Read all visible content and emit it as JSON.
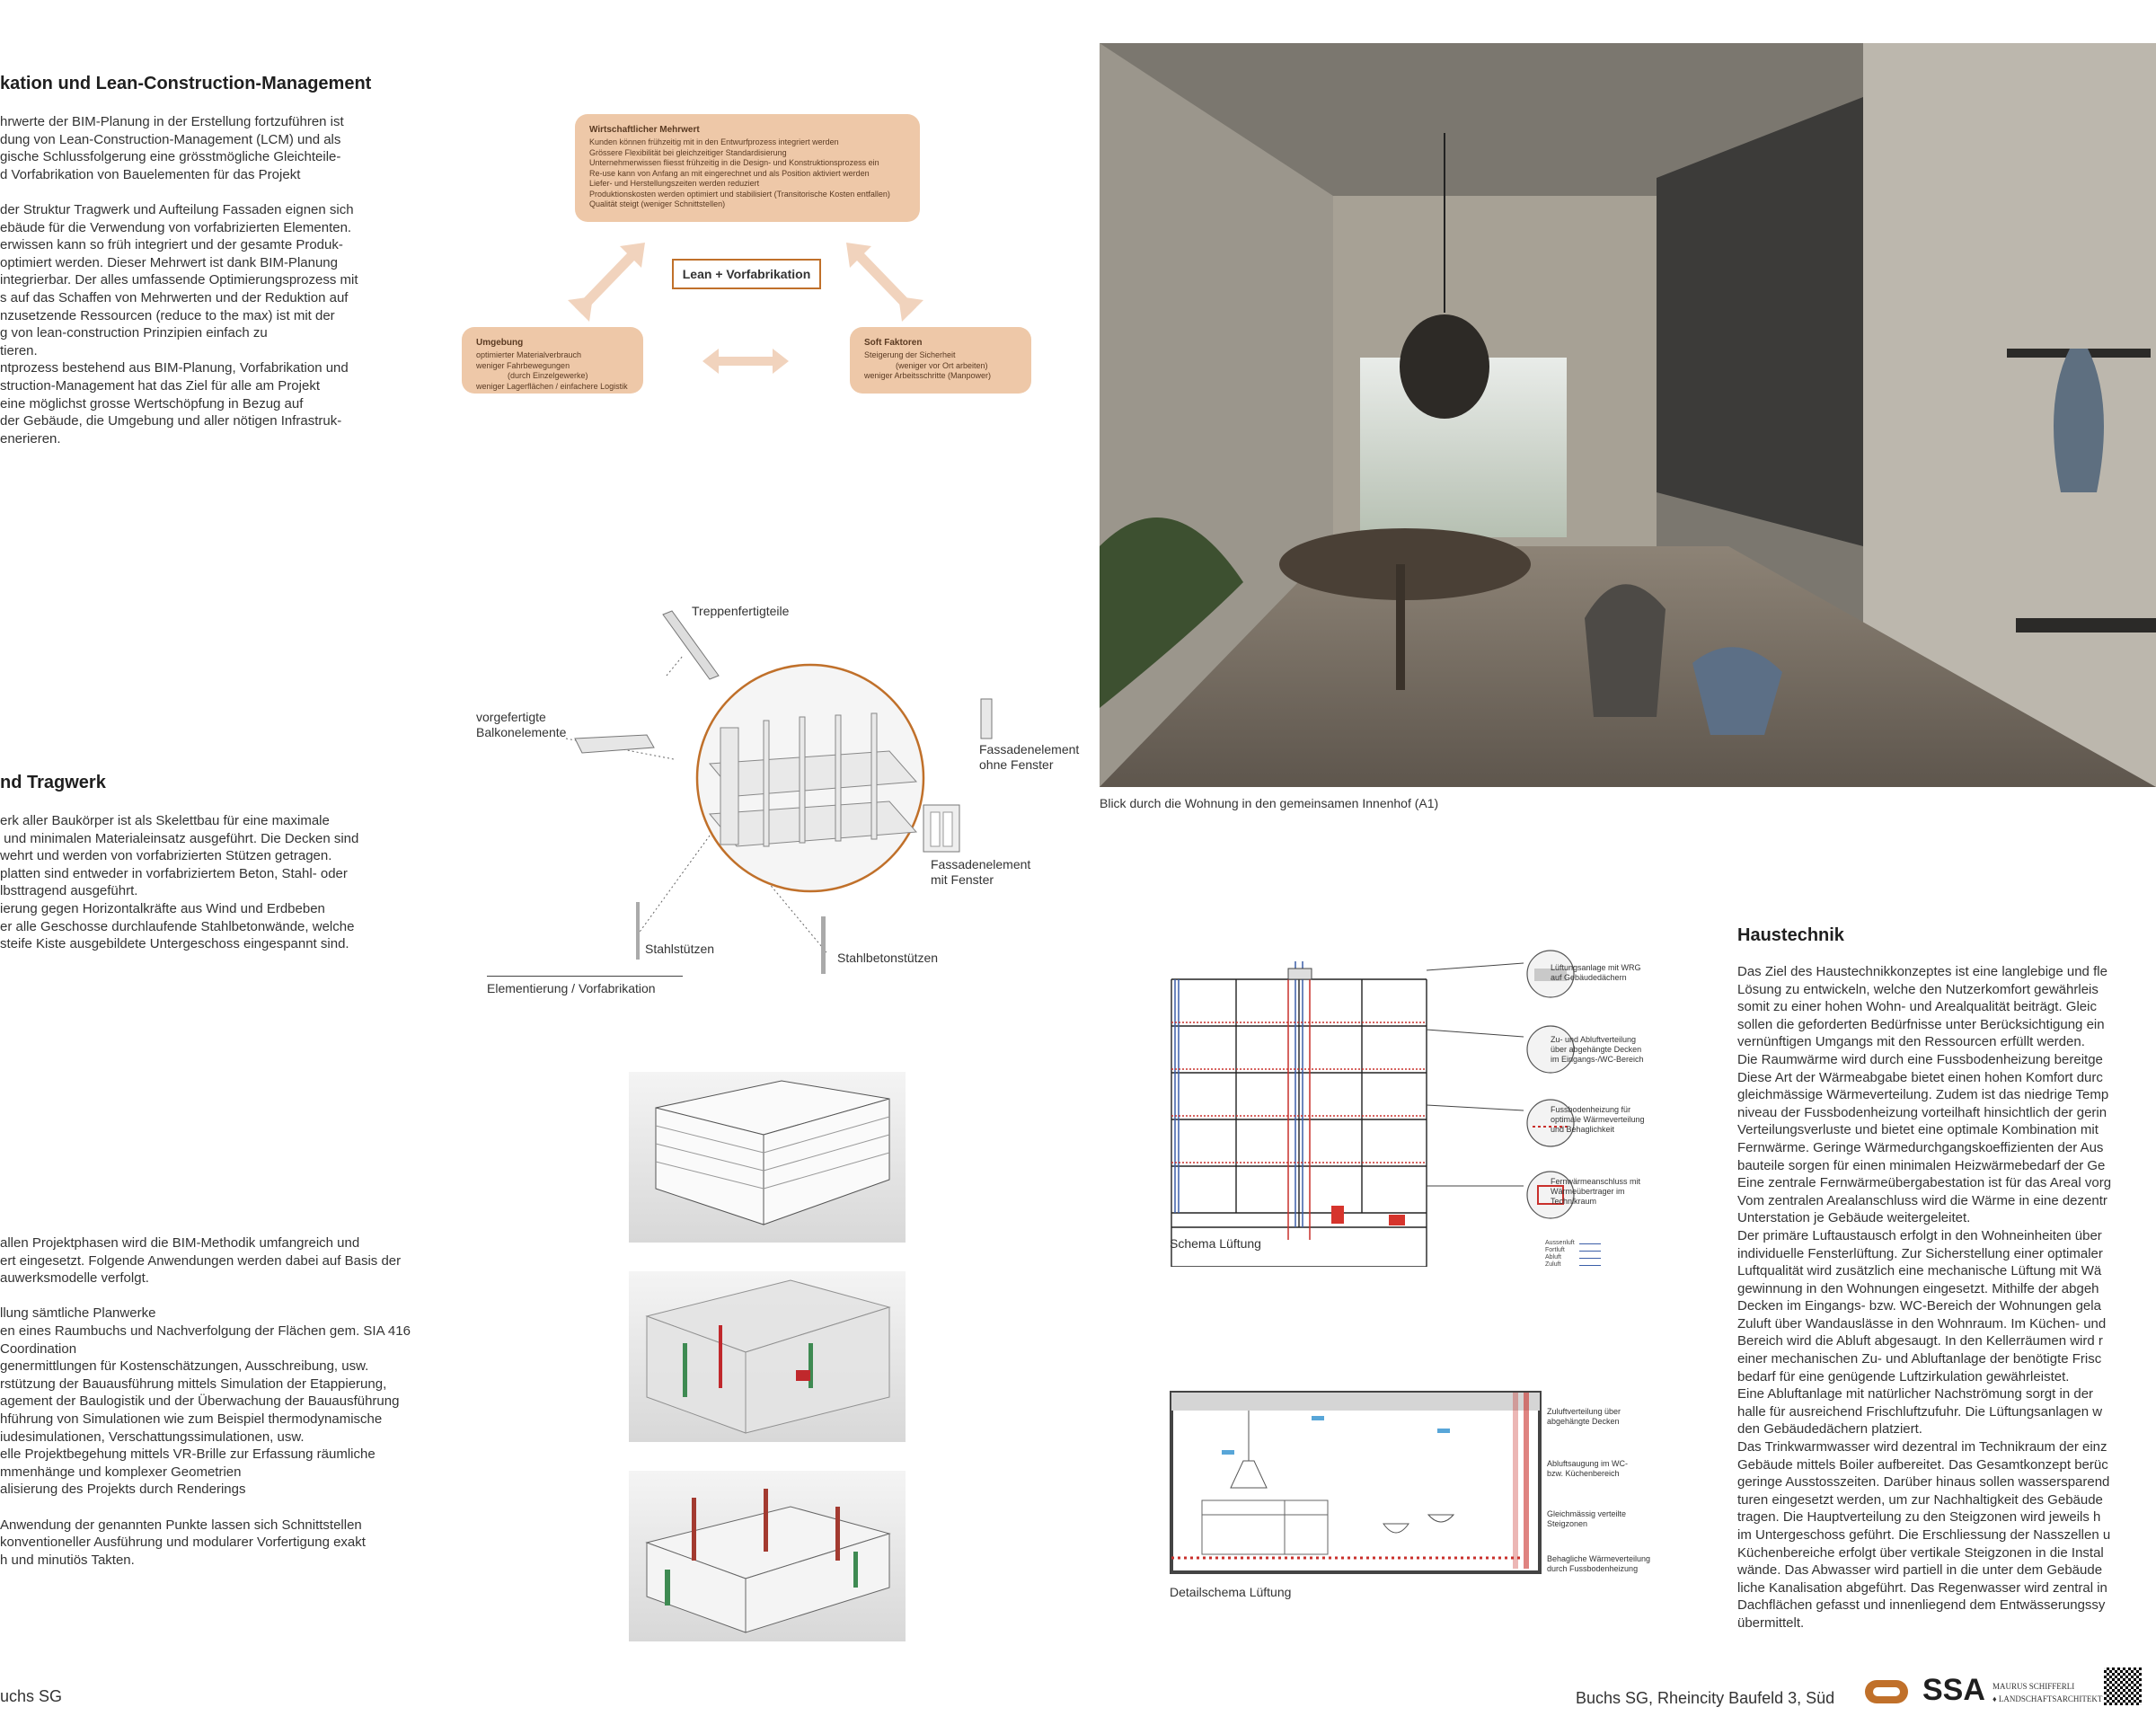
{
  "lean": {
    "heading": "kation und Lean-Construction-Management",
    "lines": [
      "hrwerte der BIM-Planung in der Erstellung fortzuführen ist",
      "dung von Lean-Construction-Management (LCM) und als",
      "gische Schlussfolgerung eine grösstmögliche Gleichteile-",
      "d Vorfabrikation von Bauelementen für das Projekt",
      "",
      "der Struktur Tragwerk und Aufteilung Fassaden eignen sich",
      "ebäude für die Verwendung von vorfabrizierten Elementen.",
      "erwissen kann so früh integriert und der gesamte Produk-",
      "optimiert werden. Dieser Mehrwert ist dank BIM-Planung",
      "integrierbar. Der alles umfassende Optimierungsprozess mit",
      "s auf das Schaffen von Mehrwerten und der Reduktion auf",
      "nzusetzende Ressourcen (reduce to the max) ist mit der",
      "g von lean-construction Prinzipien einfach zu",
      "tieren.",
      "ntprozess bestehend aus BIM-Planung, Vorfabrikation und",
      "struction-Management hat das Ziel für alle am Projekt",
      "eine möglichst grosse Wertschöpfung in Bezug auf",
      "der Gebäude, die Umgebung und aller nötigen Infrastruk-",
      "enerieren."
    ]
  },
  "diagram": {
    "center_label": "Lean + Vorfabrikation",
    "top": {
      "title": "Wirtschaftlicher Mehrwert",
      "lines": [
        "Kunden können frühzeitig mit in den Entwurfprozess integriert werden",
        "Grössere Flexibilität bei gleichzeitiger Standardisierung",
        "Unternehmerwissen fliesst frühzeitig in die Design- und Konstruktionsprozess ein",
        "Re-use kann von Anfang an mit eingerechnet und als Position aktiviert werden",
        "Liefer- und Herstellungszeiten werden reduziert",
        "Produktionskosten werden optimiert und stabilisiert (Transitorische Kosten entfallen)",
        "Qualität steigt (weniger Schnittstellen)"
      ]
    },
    "left": {
      "title": "Umgebung",
      "lines": [
        "optimierter Materialverbrauch",
        "weniger Fahrbewegungen",
        "              (durch Einzelgewerke)",
        "weniger Lagerflächen / einfachere Logistik"
      ]
    },
    "right": {
      "title": "Soft Faktoren",
      "lines": [
        "Steigerung der Sicherheit",
        "              (weniger vor Ort arbeiten)",
        "weniger Arbeitsschritte (Manpower)"
      ]
    }
  },
  "explode": {
    "labels": {
      "stairs": "Treppenfertigteile",
      "balcony": "vorgefertigte\nBalkonelemente",
      "facade_no_window": "Fassadenelement\nohne Fenster",
      "facade_window": "Fassadenelement\nmit Fenster",
      "steel_columns": "Stahlstützen",
      "concrete_columns": "Stahlbetonstützen"
    },
    "caption": "Elementierung / Vorfabrikation"
  },
  "structure": {
    "heading": "nd Tragwerk",
    "lines": [
      "erk aller Baukörper ist als Skelettbau für eine maximale",
      " und minimalen Materialeinsatz ausgeführt. Die Decken sind",
      "wehrt und werden von vorfabrizierten Stützen getragen.",
      "platten sind entweder in vorfabriziertem Beton, Stahl- oder",
      "lbsttragend ausgeführt.",
      "ierung gegen Horizontalkräfte aus Wind und Erdbeben",
      "er alle Geschosse durchlaufende Stahlbetonwände, welche",
      "steife Kiste ausgebildete Untergeschoss eingespannt sind."
    ]
  },
  "bim": {
    "lines": [
      "allen Projektphasen wird die BIM-Methodik umfangreich und",
      "ert eingesetzt. Folgende Anwendungen werden dabei auf Basis der",
      "auwerksmodelle verfolgt.",
      "",
      "llung sämtliche Planwerke",
      "en eines Raumbuchs und Nachverfolgung der Flächen gem. SIA 416",
      "Coordination",
      "genermittlungen für Kostenschätzungen, Ausschreibung, usw.",
      "rstützung der Bauausführung mittels Simulation der Etappierung,",
      "agement der Baulogistik und der Überwachung der Bauausführung",
      "hführung von Simulationen wie zum Beispiel thermodynamische",
      "iudesimulationen, Verschattungssimulationen, usw.",
      "elle Projektbegehung mittels VR-Brille zur Erfassung räumliche",
      "mmenhänge und komplexer Geometrien",
      "alisierung des Projekts durch Renderings",
      "",
      "Anwendung der genannten Punkte lassen sich Schnittstellen",
      "konventioneller Ausführung und modularer Vorfertigung exakt",
      "h und minutiös Takten."
    ]
  },
  "photo": {
    "caption": "Blick durch die Wohnung in den gemeinsamen Innenhof (A1)"
  },
  "lueftung": {
    "caption": "Schema Lüftung",
    "callouts": [
      "Lüftungsanlage mit WRG\nauf Gebäudedächern",
      "Zu- und Abluftverteilung\nüber abgehängte Decken\nim Eingangs-/WC-Bereich",
      "Fussbodenheizung für\noptimale Wärmeverteilung\nund Behaglichkeit",
      "Fernwärmeanschluss mit\nWärmeübertrager im\nTechnikraum"
    ],
    "legend": [
      "Aussenluft",
      "Fortluft",
      "Abluft",
      "Zuluft"
    ]
  },
  "detail": {
    "caption": "Detailschema Lüftung",
    "callouts": [
      "Zuluftverteilung über\nabgehängte Decken",
      "Abluftsaugung im WC-\nbzw. Küchenbereich",
      "Gleichmässig verteilte\nSteigzonen",
      "Behagliche Wärmeverteilung\ndurch Fussbodenheizung"
    ]
  },
  "haustechnik": {
    "heading": "Haustechnik",
    "lines": [
      "Das Ziel des Haustechnikkonzeptes ist eine langlebige und fle",
      "Lösung zu entwickeln, welche den Nutzerkomfort gewährleis",
      "somit zu einer hohen Wohn- und Arealqualität beiträgt. Gleic",
      "sollen die geforderten Bedürfnisse unter Berücksichtigung ein",
      "vernünftigen Umgangs mit den Ressourcen erfüllt werden.",
      "Die Raumwärme wird durch eine Fussbodenheizung bereitge",
      "Diese Art der Wärmeabgabe bietet einen hohen Komfort durc",
      "gleichmässige Wärmeverteilung. Zudem ist das niedrige Temp",
      "niveau der Fussbodenheizung vorteilhaft hinsichtlich der gerin",
      "Verteilungsverluste und bietet eine optimale Kombination mit",
      "Fernwärme. Geringe Wärmedurchgangskoeffizienten der Aus",
      "bauteile sorgen für einen minimalen Heizwärmebedarf der Ge",
      "Eine zentrale Fernwärmeübergabestation ist für das Areal vorg",
      "Vom zentralen Arealanschluss wird die Wärme in eine dezentr",
      "Unterstation je Gebäude weitergeleitet.",
      "Der primäre Luftaustausch erfolgt in den Wohneinheiten über",
      "individuelle Fensterlüftung. Zur Sicherstellung einer optimaler",
      "Luftqualität wird zusätzlich eine mechanische Lüftung mit Wä",
      "gewinnung in den Wohnungen eingesetzt. Mithilfe der abgeh",
      "Decken im Eingangs- bzw. WC-Bereich der Wohnungen gela",
      "Zuluft über Wandauslässe in den Wohnraum. Im Küchen- und",
      "Bereich wird die Abluft abgesaugt. In den Kellerräumen wird r",
      "einer mechanischen Zu- und Abluftanlage der benötigte Frisc",
      "bedarf für eine genügende Luftzirkulation gewährleistet.",
      "Eine Abluftanlage mit natürlicher Nachströmung sorgt in der",
      "halle für ausreichend Frischluftzufuhr. Die Lüftungsanlagen w",
      "den Gebäudedächern platziert.",
      "Das Trinkwarmwasser wird dezentral im Technikraum der einz",
      "Gebäude mittels Boiler aufbereitet. Das Gesamtkonzept berüc",
      "geringe Ausstosszeiten. Darüber hinaus sollen wassersparend",
      "turen eingesetzt werden, um zur Nachhaltigkeit des Gebäude",
      "tragen. Die Hauptverteilung zu den Steigzonen wird jeweils h",
      "im Untergeschoss geführt. Die Erschliessung der Nasszellen u",
      "Küchenbereiche erfolgt über vertikale Steigzonen in die Instal",
      "wände. Das Abwasser wird partiell in die unter dem Gebäude",
      "liche Kanalisation abgeführt. Das Regenwasser wird zentral in",
      "Dachflächen gefasst und innenliegend dem Entwässerungssy",
      "übermittelt."
    ]
  },
  "footer": {
    "left": "uchs SG",
    "right": "Buchs SG, Rheincity Baufeld 3, Süd",
    "logo_ssa": "SSA",
    "logo_small_1": "MAURUS SCHIFFERLI",
    "logo_small_2": "♦ LANDSCHAFTSARCHITEKT"
  },
  "colors": {
    "accent": "#c0702a",
    "box": "#eec8a8",
    "arrow": "#f1d3bd"
  }
}
